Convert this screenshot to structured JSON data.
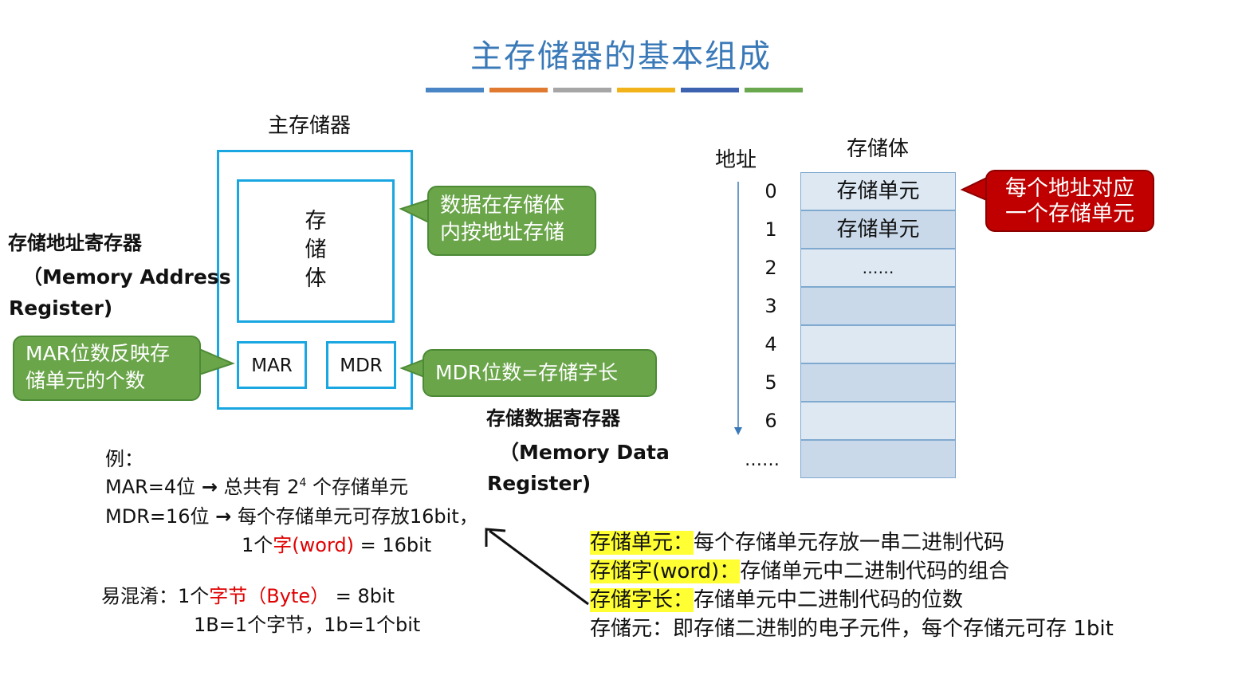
{
  "title": "主存储器的基本组成",
  "title_bar_colors": [
    "#4a86c5",
    "#e07a30",
    "#a6a6a6",
    "#f2b21a",
    "#3d62b0",
    "#6aa84f"
  ],
  "main_memory": {
    "label": "主存储器",
    "bank_chars": [
      "存",
      "储",
      "体"
    ],
    "mar": "MAR",
    "mdr": "MDR"
  },
  "mar_reg": {
    "title": "存储地址寄存器",
    "en_line1": "（Memory Address",
    "en_line2": "Register)"
  },
  "mdr_reg": {
    "title": "存储数据寄存器",
    "en_line1": "（Memory Data",
    "en_line2": "Register)"
  },
  "callouts": {
    "bank": [
      "数据在存储体",
      "内按地址存储"
    ],
    "mar": [
      "MAR位数反映存",
      "储单元的个数"
    ],
    "mdr": "MDR位数=存储字长",
    "addr": [
      "每个地址对应",
      "一个存储单元"
    ]
  },
  "example": {
    "head": "例：",
    "line1_a": "MAR=4位 ",
    "line1_arrow": "→",
    "line1_b": " 总共有 2",
    "line1_sup": "4",
    "line1_c": " 个存储单元",
    "line2_a": "MDR=16位 ",
    "line2_arrow": "→",
    "line2_b": " 每个存储单元可存放16bit，",
    "line3_a": "1个",
    "line3_red": "字(word)",
    "line3_b": " = 16bit",
    "confuse_a": "易混淆：1个",
    "confuse_red": "字节（Byte）",
    "confuse_b": " = 8bit",
    "confuse2": "1B=1个字节，1b=1个bit"
  },
  "bank_table": {
    "addr_label": "地址",
    "bank_label": "存储体",
    "addresses": [
      "0",
      "1",
      "2",
      "3",
      "4",
      "5",
      "6"
    ],
    "more": "……",
    "cells": [
      "存储单元",
      "存储单元",
      "……",
      "",
      "",
      "",
      "",
      ""
    ]
  },
  "definitions": [
    {
      "term": "存储单元",
      "sep": "：",
      "text": "每个存储单元存放一串二进制代码",
      "highlight": true
    },
    {
      "term": "存储字(word)",
      "sep": "：",
      "text": "存储单元中二进制代码的组合",
      "highlight": true
    },
    {
      "term": "存储字长",
      "sep": "：",
      "text": "存储单元中二进制代码的位数",
      "highlight": true
    },
    {
      "term": "存储元",
      "sep": "：",
      "text": "即存储二进制的电子元件，每个存储元可存 1bit",
      "highlight": false
    }
  ]
}
